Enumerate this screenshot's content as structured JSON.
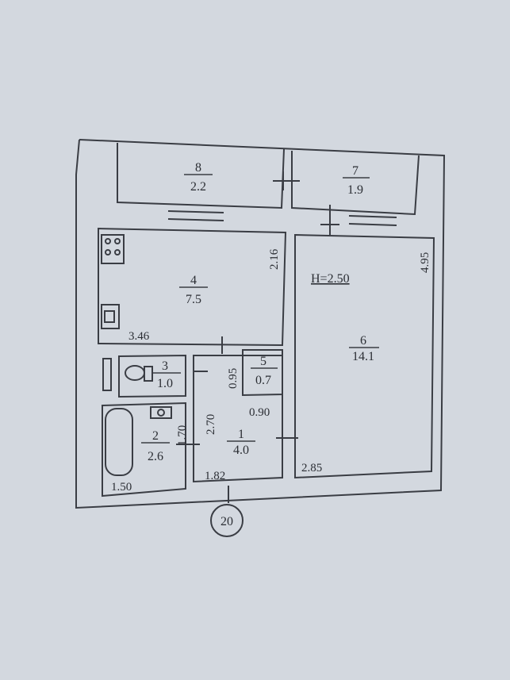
{
  "rooms": [
    {
      "number": "8",
      "area": "2.2"
    },
    {
      "number": "7",
      "area": "1.9"
    },
    {
      "number": "4",
      "area": "7.5"
    },
    {
      "number": "6",
      "area": "14.1"
    },
    {
      "number": "3",
      "area": "1.0"
    },
    {
      "number": "5",
      "area": "0.7"
    },
    {
      "number": "2",
      "area": "2.6"
    },
    {
      "number": "1",
      "area": "4.0"
    }
  ],
  "height_label": "H=2.50",
  "dimensions": {
    "d_216": "2.16",
    "d_495": "4.95",
    "d_346": "3.46",
    "d_095": "0.95",
    "d_270": "2.70",
    "d_170": "1.70",
    "d_090": "0.90",
    "d_150": "1.50",
    "d_182": "1.82",
    "d_285": "2.85"
  },
  "axis_marker": "20",
  "colors": {
    "line": "#3a3d44",
    "paper": "#d3d8df"
  }
}
